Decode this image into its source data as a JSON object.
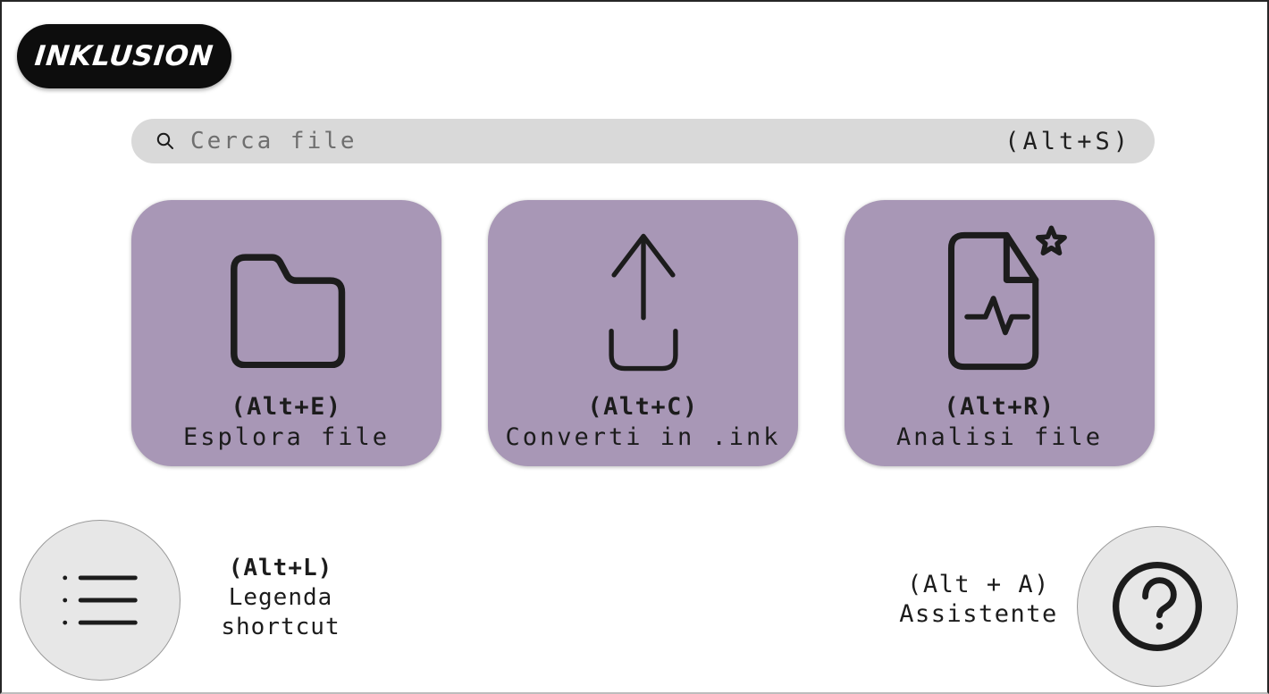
{
  "app": {
    "logo": "INKLUSION"
  },
  "search": {
    "placeholder": "Cerca file",
    "shortcut": "(Alt+S)",
    "icon": "search-icon"
  },
  "cards": [
    {
      "shortcut": "(Alt+E)",
      "label": "Esplora file",
      "icon": "folder-icon"
    },
    {
      "shortcut": "(Alt+C)",
      "label": "Converti in .ink",
      "icon": "upload-icon"
    },
    {
      "shortcut": "(Alt+R)",
      "label": "Analisi file",
      "icon": "file-analysis-icon"
    }
  ],
  "footer": {
    "legend": {
      "shortcut": "(Alt+L)",
      "label_line1": "Legenda",
      "label_line2": "shortcut",
      "icon": "list-icon"
    },
    "assistant": {
      "shortcut": "(Alt + A)",
      "label": "Assistente",
      "icon": "help-icon"
    }
  },
  "colors": {
    "card_purple": "#a897b6",
    "search_bar_gray": "#d9d9d9",
    "circle_button_gray": "#e7e7e7",
    "logo_black": "#0d0d0d",
    "ink_stroke": "#1c1c1c",
    "placeholder_gray": "#6f6f6f"
  }
}
